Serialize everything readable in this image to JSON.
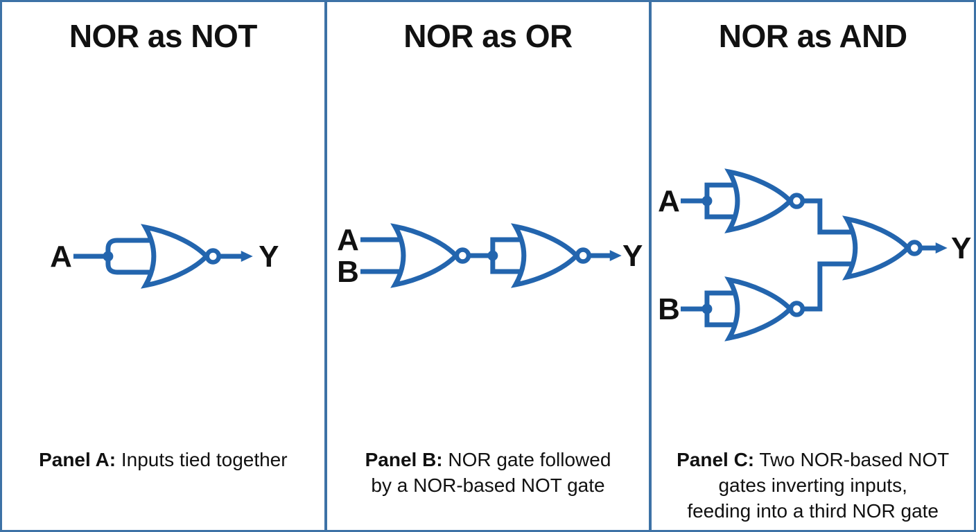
{
  "colors": {
    "accent": "#2365AE",
    "border": "#3D72A6",
    "text": "#111111"
  },
  "panels": [
    {
      "title": "NOR as NOT",
      "labels": {
        "a": "A",
        "y": "Y"
      },
      "caption": {
        "bold": "Panel A:",
        "line1": " Inputs tied together"
      }
    },
    {
      "title": "NOR as OR",
      "labels": {
        "a": "A",
        "b": "B",
        "y": "Y"
      },
      "caption": {
        "bold": "Panel B:",
        "line1": " NOR gate followed",
        "line2": "by a NOR-based NOT gate"
      }
    },
    {
      "title": "NOR as AND",
      "labels": {
        "a": "A",
        "b": "B",
        "y": "Y"
      },
      "caption": {
        "bold": "Panel C:",
        "line1": " Two NOR-based NOT",
        "line2": "gates inverting inputs,",
        "line3": "feeding into a third NOR gate"
      }
    }
  ]
}
